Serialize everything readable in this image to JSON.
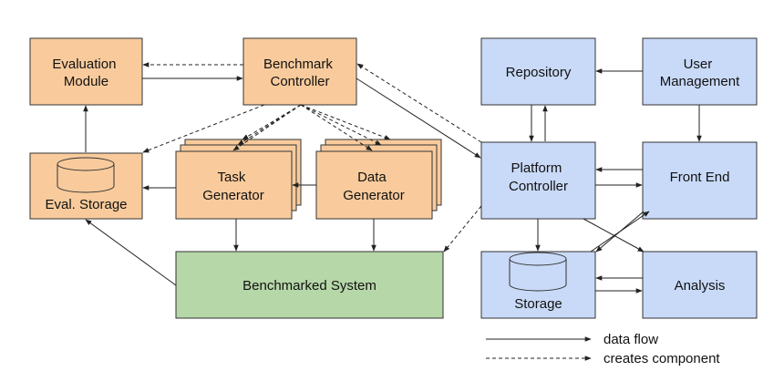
{
  "colors": {
    "orange": "#f9cb9c",
    "blue": "#c9daf8",
    "green": "#b6d7a8",
    "stroke": "#333333",
    "arrow": "#222222"
  },
  "nodes": {
    "evaluation_module": [
      "Evaluation",
      "Module"
    ],
    "benchmark_controller": [
      "Benchmark",
      "Controller"
    ],
    "eval_storage": [
      "Eval. Storage"
    ],
    "task_generator": [
      "Task",
      "Generator"
    ],
    "data_generator": [
      "Data",
      "Generator"
    ],
    "benchmarked_system": [
      "Benchmarked System"
    ],
    "repository": [
      "Repository"
    ],
    "user_management": [
      "User",
      "Management"
    ],
    "platform_controller": [
      "Platform",
      "Controller"
    ],
    "front_end": [
      "Front End"
    ],
    "storage": [
      "Storage"
    ],
    "analysis": [
      "Analysis"
    ]
  },
  "legend": {
    "data_flow": "data flow",
    "creates_component": "creates component"
  }
}
